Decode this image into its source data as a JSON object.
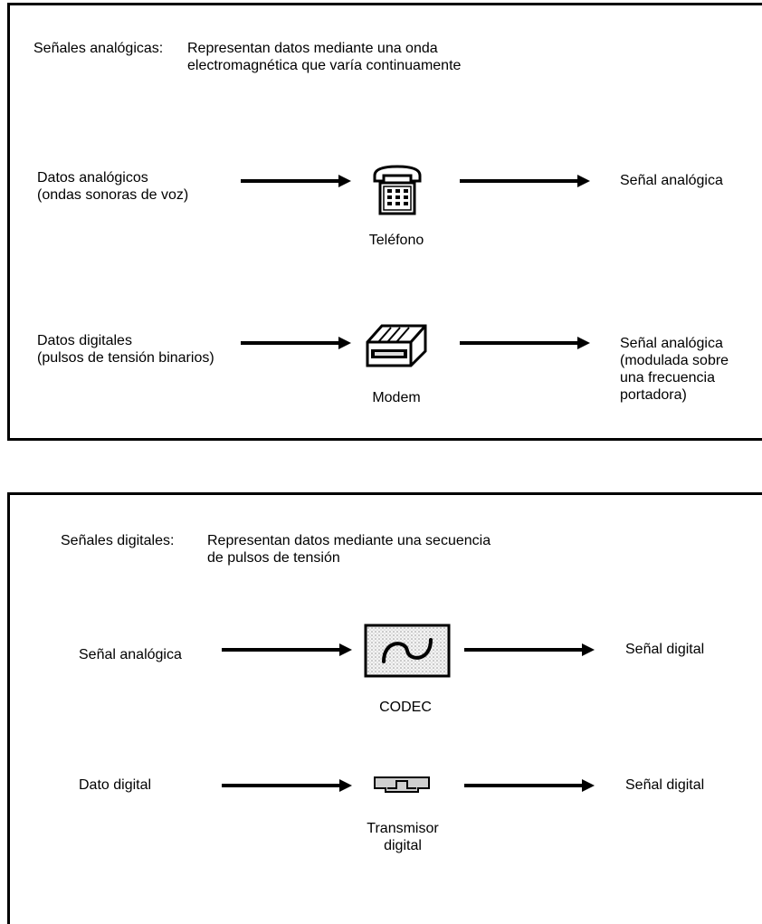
{
  "analog": {
    "header_term": "Señales analógicas:",
    "header_def": "Representan datos mediante una onda\nelectromagnética que varía continuamente",
    "row1": {
      "input": "Datos analógicos\n(ondas sonoras de voz)",
      "device": "Teléfono",
      "device_icon": "telephone-icon",
      "output": "Señal analógica"
    },
    "row2": {
      "input": "Datos digitales\n(pulsos de tensión binarios)",
      "device": "Modem",
      "device_icon": "modem-icon",
      "output": "Señal analógica\n(modulada sobre\nuna frecuencia\nportadora)"
    }
  },
  "digital": {
    "header_term": "Señales digitales:",
    "header_def": "Representan datos mediante una secuencia\nde pulsos de tensión",
    "row1": {
      "input": "Señal analógica",
      "device": "CODEC",
      "device_icon": "codec-icon",
      "output": "Señal digital"
    },
    "row2": {
      "input": "Dato digital",
      "device": "Transmisor\ndigital",
      "device_icon": "digital-transmitter-icon",
      "output": "Señal digital"
    }
  }
}
